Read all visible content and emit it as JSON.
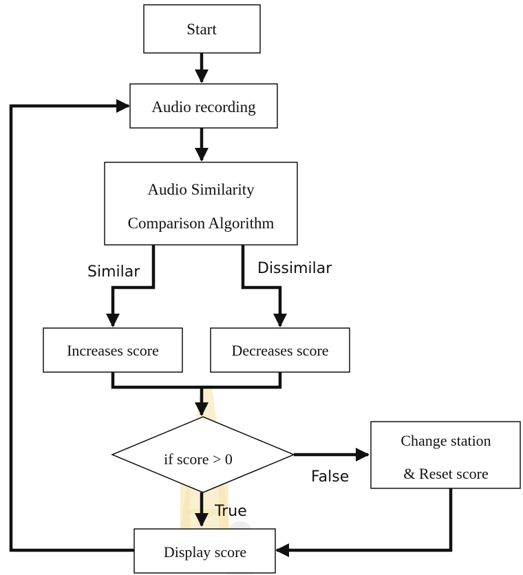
{
  "diagram": {
    "nodes": {
      "start": "Start",
      "recording": "Audio recording",
      "algorithm_line1": "Audio Similarity",
      "algorithm_line2": "Comparison Algorithm",
      "increase": "Increases score",
      "decrease": "Decreases score",
      "decision": "if score > 0",
      "change_line1": "Change station",
      "change_line2": "& Reset score",
      "display": "Display score"
    },
    "edge_labels": {
      "similar": "Similar",
      "dissimilar": "Dissimilar",
      "false": "False",
      "true": "True"
    }
  },
  "watermark": {
    "description": "faint yellow university seal watermark",
    "color": "#f2d27a"
  },
  "colors": {
    "stroke": "#111111",
    "background": "#ffffff"
  }
}
